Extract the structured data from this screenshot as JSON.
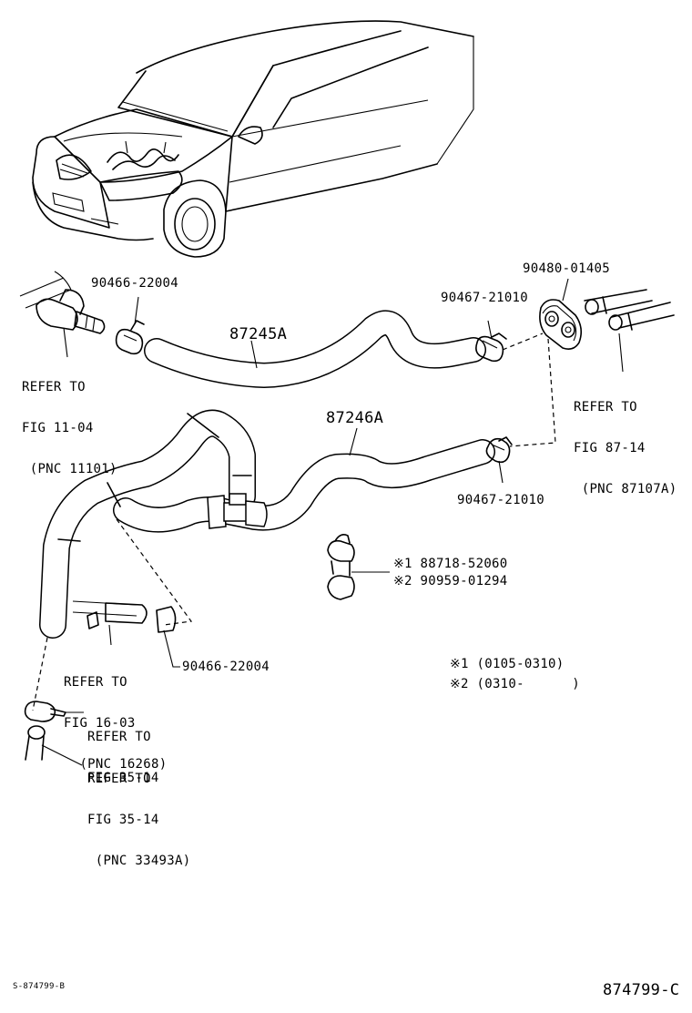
{
  "parts": {
    "hose_upper": "87245A",
    "hose_lower": "87246A",
    "clamp_90466_top": "90466-22004",
    "clamp_90466_bottom": "90466-22004",
    "clamp_90467_top": "90467-21010",
    "clamp_90467_bottom": "90467-21010",
    "grommet_90480": "90480-01405",
    "clamp_note1": "※1 88718-52060",
    "clamp_note2": "※2 90959-01294"
  },
  "refs": {
    "ref_11_04": [
      "REFER TO",
      "FIG 11-04",
      " (PNC 11101)"
    ],
    "ref_87_14": [
      "REFER TO",
      "FIG 87-14",
      " (PNC 87107A)"
    ],
    "ref_16_03": [
      "REFER TO",
      "FIG 16-03",
      "  (PNC 16268)"
    ],
    "ref_35_14_a": [
      "REFER TO",
      "FIG 35-14"
    ],
    "ref_35_14_b": [
      "REFER TO",
      "FIG 35-14",
      " (PNC 33493A)"
    ]
  },
  "notes": {
    "note1": "※1 (0105-0310)",
    "note2": "※2 (0310-      )"
  },
  "footer": {
    "left_code": "S-874799-B",
    "right_code": "874799-C"
  }
}
